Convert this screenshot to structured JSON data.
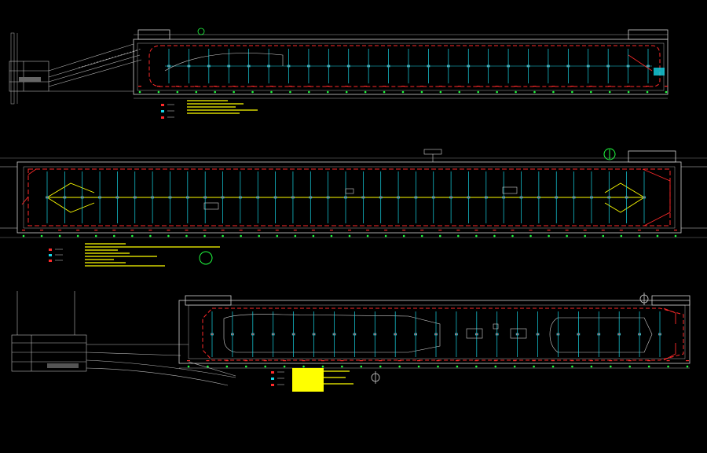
{
  "drawing": {
    "background": "#000000",
    "colors": {
      "outline": "#b8b8b8",
      "wall": "#d0d0d0",
      "cyan": "#16d6e6",
      "red": "#ff2a2a",
      "yellow": "#ffff00",
      "green": "#20ff40",
      "white": "#ffffff",
      "note_bg": "#ffff00"
    }
  },
  "plans": [
    {
      "id": "upper",
      "name": "plan-upper",
      "bays": 24,
      "has_ramp": true,
      "ramp_side": "left"
    },
    {
      "id": "middle",
      "name": "plan-middle",
      "bays": 34,
      "has_ramp": false
    },
    {
      "id": "lower",
      "name": "plan-lower",
      "bays": 22,
      "has_ramp": true,
      "ramp_side": "left"
    }
  ],
  "labels": {
    "middle_top_tag": "",
    "north_arrow_icon": "north-arrow-icon",
    "compass_icon": "compass-icon"
  }
}
